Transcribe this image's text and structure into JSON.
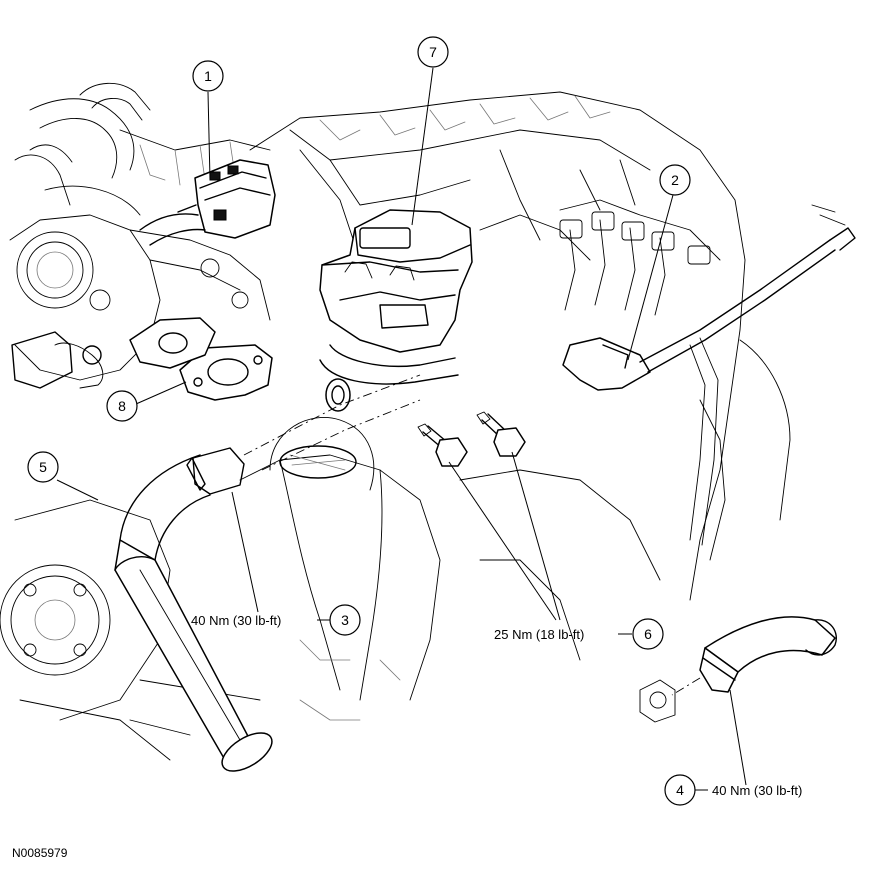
{
  "figure_id": "N0085979",
  "callouts": [
    {
      "number": "1",
      "torque": ""
    },
    {
      "number": "2",
      "torque": ""
    },
    {
      "number": "3",
      "torque": "40 Nm (30 lb-ft)"
    },
    {
      "number": "4",
      "torque": "40 Nm (30 lb-ft)"
    },
    {
      "number": "5",
      "torque": ""
    },
    {
      "number": "6",
      "torque": "25 Nm (18 lb-ft)"
    },
    {
      "number": "7",
      "torque": ""
    },
    {
      "number": "8",
      "torque": ""
    }
  ]
}
